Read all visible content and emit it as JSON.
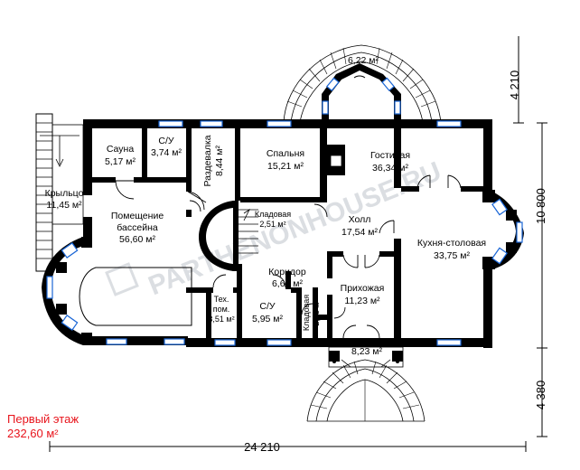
{
  "watermark": "PARTHENONHOUSE.RU",
  "floor": {
    "title": "Первый этаж",
    "total_area": "232,60 м²"
  },
  "rooms": {
    "bay_top": {
      "area": "6,22 м²"
    },
    "sauna": {
      "name": "Сауна",
      "area": "5,17 м²"
    },
    "wc1": {
      "name": "С/У",
      "area": "3,74 м²"
    },
    "changing": {
      "name": "Раздевалка",
      "area": "8,44 м²"
    },
    "bedroom": {
      "name": "Спальня",
      "area": "15,21 м²"
    },
    "living": {
      "name": "Гостиная",
      "area": "36,34 м²"
    },
    "porch": {
      "name": "Крыльцо",
      "area": "11,45 м²"
    },
    "pool": {
      "name_line1": "Помещение",
      "name_line2": "бассейна",
      "area": "56,60 м²"
    },
    "storage1": {
      "name": "Кладовая",
      "area": "2,51 м²"
    },
    "hall": {
      "name": "Холл",
      "area": "17,54 м²"
    },
    "kitchen": {
      "name": "Кухня-столовая",
      "area": "33,75 м²"
    },
    "corridor": {
      "name": "Коридор",
      "area": "6,61 м²"
    },
    "tech": {
      "name_line1": "Тех.",
      "name_line2": "пом.",
      "area": "3,51 м²"
    },
    "wc2": {
      "name": "С/У",
      "area": "5,95 м²"
    },
    "storage2": {
      "name": "Кладовая",
      "area": "2,63 м²"
    },
    "entrance": {
      "name": "Прихожая",
      "area": "11,23 м²"
    },
    "bay_bottom": {
      "area": "8,23 м²"
    }
  },
  "dimensions": {
    "overall_width": "24 210",
    "top_projection": "4 210",
    "main_depth": "10 800",
    "bottom_projection": "4 380"
  },
  "colors": {
    "wall": "#000000",
    "window": "#1a66d6",
    "title": "#e8141c",
    "watermark": "#9aa3ad"
  }
}
